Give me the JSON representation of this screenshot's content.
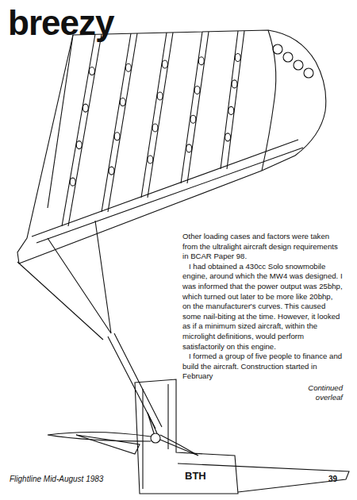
{
  "diagram": {
    "title": "breezy",
    "labels": [
      "Other loading cases and factors were taken from the ultralight aircraft design requirements in BCAR Paper 98.",
      "I had obtained a 430cc Solo snowmobile engine, around which the MW4 was designed. I was informed that the power output was 25bhp, which turned out later to be more like 20bhp, on the manufacturer's curves. This caused some nail-biting at the time. However, it looked as if a minimum sized aircraft, within the microlight definitions, would perform satisfactorily on this engine.",
      "I formed a group of five people to finance and build the aircraft. Construction started in February",
      "Continued overleaf",
      "BTH",
      "Flightline Mid-August 1983",
      "39"
    ]
  }
}
